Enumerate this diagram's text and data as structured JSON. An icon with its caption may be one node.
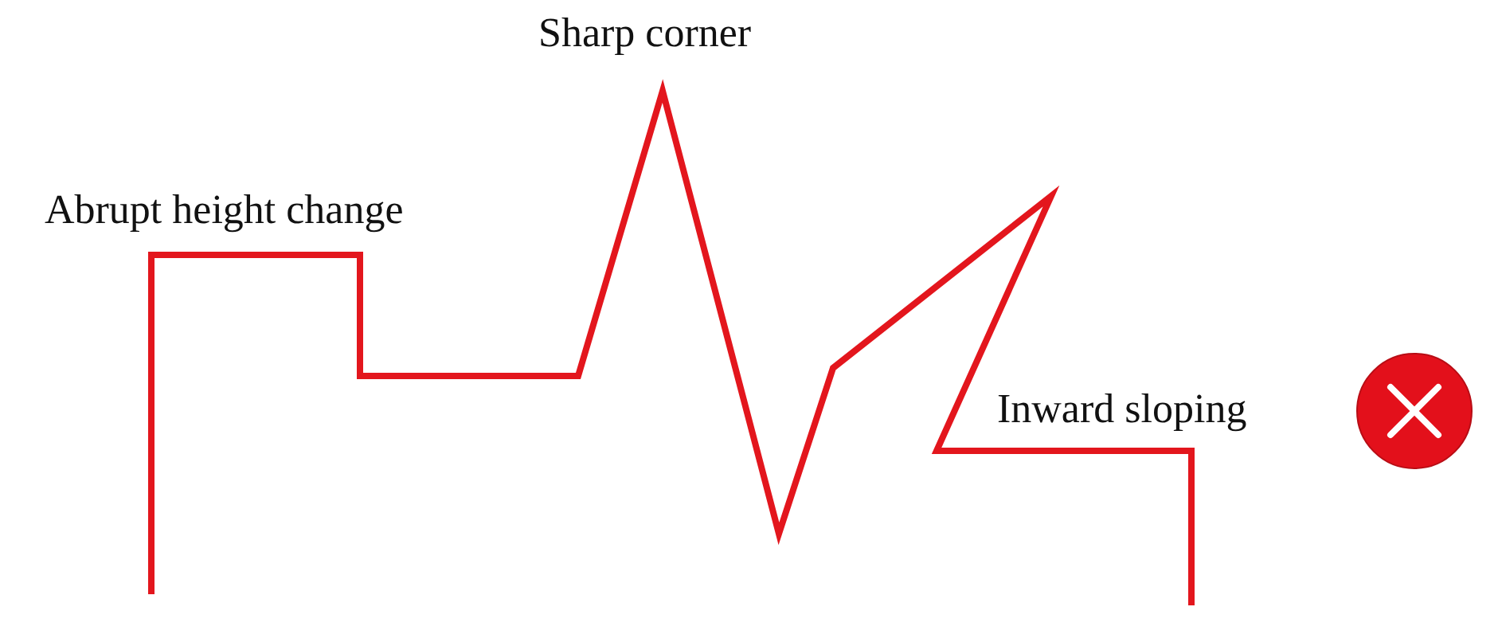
{
  "diagram": {
    "labels": [
      "Sharp corner",
      "Abrupt height change",
      "Inward sloping"
    ]
  }
}
